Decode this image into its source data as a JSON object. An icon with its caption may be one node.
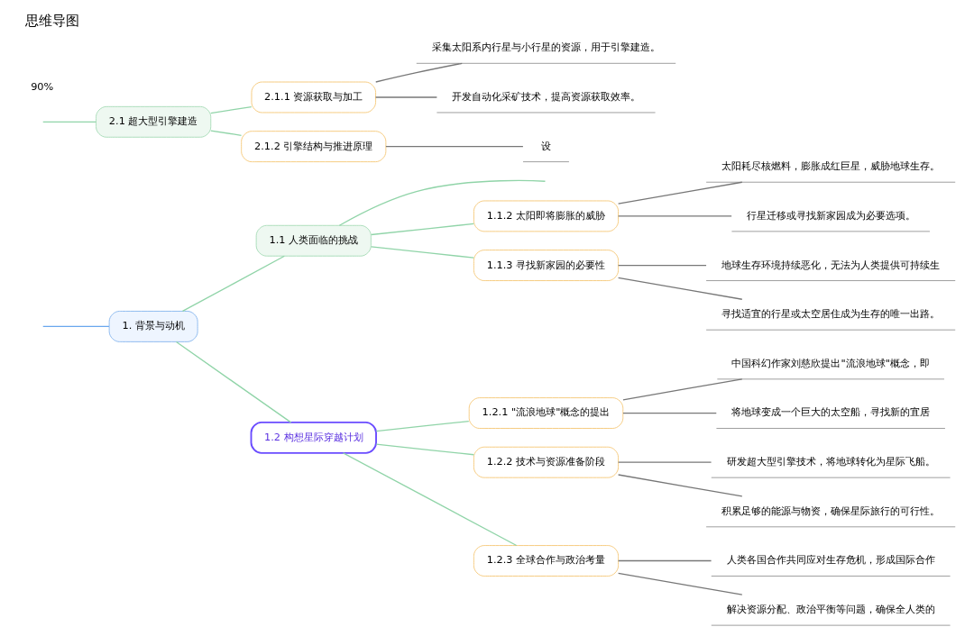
{
  "diagram": {
    "title": "思维导图",
    "nodes": [
      {
        "text": [
          "1. 背景与动机"
        ]
      },
      {
        "text": [
          "1.1 人类面临的挑战"
        ]
      },
      {
        "text": [
          "1.1.2 太阳即将膨胀的威胁"
        ]
      },
      {
        "text": [
          "太阳耗尽核燃料，膨胀成红巨星，威胁地球生存。"
        ]
      },
      {
        "text": [
          "行星迁移或寻找新家园成为必要选项。"
        ]
      },
      {
        "text": [
          "1.1.3 寻找新家园的必要性"
        ]
      },
      {
        "text": [
          "地球生存环境持续恶化，无法为人类提供可持续生"
        ]
      },
      {
        "text": [
          "寻找适宜的行星或太空居住成为生存的唯一出路。"
        ]
      },
      {
        "text": [
          "1.2 构想星际穿越计划"
        ]
      },
      {
        "text": [
          "1.2.1 \"流浪地球\"概念的提出"
        ]
      },
      {
        "text": [
          "中国科幻作家刘慈欣提出\"流浪地球\"概念，即"
        ]
      },
      {
        "text": [
          "将地球变成一个巨大的太空船，寻找新的宜居"
        ]
      },
      {
        "text": [
          "1.2.2 技术与资源准备阶段"
        ]
      },
      {
        "text": [
          "研发超大型引擎技术，将地球转化为星际飞船。"
        ]
      },
      {
        "text": [
          "积累足够的能源与物资，确保星际旅行的可行性。"
        ]
      },
      {
        "text": [
          "1.2.3 全球合作与政治考量"
        ]
      },
      {
        "text": [
          "人类各国合作共同应对生存危机，形成国际合作"
        ]
      },
      {
        "text": [
          "解决资源分配、政治平衡等问题，确保全人类的"
        ]
      },
      {
        "text": [
          "2.1 超大型引擎建造"
        ]
      },
      {
        "text": [
          "2.1.1 资源获取与加工"
        ]
      },
      {
        "text": [
          "采集太阳系内行星与小行星的资源，用于引擎建造。"
        ]
      },
      {
        "text": [
          "开发自动化采矿技术，提高资源获取效率。"
        ]
      },
      {
        "text": [
          "2.1.2 引擎结构与推进原理"
        ]
      },
      {
        "text": [
          "设"
        ]
      }
    ],
    "edges": [
      {
        "from": null,
        "to": 0,
        "arrow": "none",
        "color": "#6aa8ee"
      },
      {
        "from": 0,
        "to": 1,
        "arrow": "none",
        "color": "#90d4a8"
      },
      {
        "from": 0,
        "to": 8,
        "arrow": "none",
        "color": "#90d4a8"
      },
      {
        "from": 1,
        "to": null,
        "arrow": "none",
        "color": "#90d4a8"
      },
      {
        "from": 1,
        "to": 2,
        "arrow": "none",
        "color": "#90d4a8"
      },
      {
        "from": 2,
        "to": 3,
        "arrow": "none"
      },
      {
        "from": 2,
        "to": 4,
        "arrow": "none"
      },
      {
        "from": 1,
        "to": 5,
        "arrow": "none",
        "color": "#90d4a8"
      },
      {
        "from": 5,
        "to": 6,
        "arrow": "none"
      },
      {
        "from": 5,
        "to": 7,
        "arrow": "none"
      },
      {
        "from": 8,
        "to": 9,
        "arrow": "none",
        "color": "#90d4a8"
      },
      {
        "from": 9,
        "to": 10,
        "arrow": "none"
      },
      {
        "from": 9,
        "to": 11,
        "arrow": "none"
      },
      {
        "from": 8,
        "to": 12,
        "arrow": "none",
        "color": "#90d4a8"
      },
      {
        "from": 12,
        "to": 13,
        "arrow": "none"
      },
      {
        "from": 12,
        "to": 14,
        "arrow": "none"
      },
      {
        "from": 8,
        "to": 15,
        "arrow": "none",
        "color": "#90d4a8"
      },
      {
        "from": 15,
        "to": 16,
        "arrow": "none"
      },
      {
        "from": 15,
        "to": 17,
        "arrow": "none"
      },
      {
        "from": null,
        "to": 18,
        "arrow": "none",
        "color": "#90d4a8"
      },
      {
        "from": 18,
        "to": 19,
        "arrow": "none",
        "color": "#90d4a8"
      },
      {
        "from": 19,
        "to": 20,
        "arrow": "none"
      },
      {
        "from": 19,
        "to": 21,
        "arrow": "none"
      },
      {
        "from": 18,
        "to": 22,
        "arrow": "none",
        "color": "#90d4a8"
      },
      {
        "from": 22,
        "to": 23,
        "arrow": "none"
      }
    ],
    "labels": [
      "90%"
    ]
  }
}
